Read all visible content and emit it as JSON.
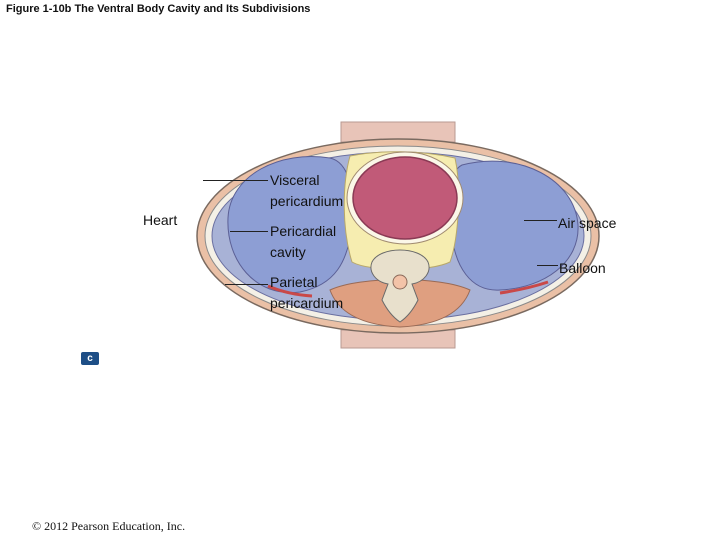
{
  "title": "Figure 1-10b The Ventral Body Cavity and Its Subdivisions",
  "labels": {
    "heart": "Heart",
    "visceral_1": "Visceral",
    "visceral_2": "pericardium",
    "cavity_1": "Pericardial",
    "cavity_2": "cavity",
    "parietal_1": "Parietal",
    "parietal_2": "pericardium",
    "air_space": "Air space",
    "balloon": "Balloon"
  },
  "badge": "c",
  "copyright": "© 2012 Pearson Education, Inc.",
  "colors": {
    "lung": "#8d9ed4",
    "heart": "#c15a78",
    "mediastinum": "#f6edb0",
    "muscle": "#df9f80",
    "bone": "#e8e0cc",
    "table": "#e8c4b8"
  }
}
